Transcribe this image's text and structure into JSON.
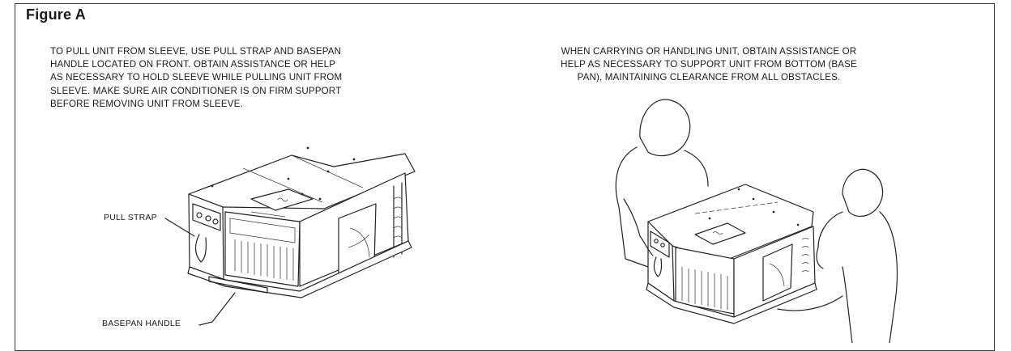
{
  "figure": {
    "title": "Figure A",
    "left_note": "TO PULL UNIT FROM SLEEVE, USE PULL STRAP AND BASEPAN\nHANDLE LOCATED ON FRONT. OBTAIN ASSISTANCE OR HELP\nAS NECESSARY TO HOLD SLEEVE WHILE PULLING UNIT FROM\nSLEEVE. MAKE SURE AIR CONDITIONER IS ON FIRM SUPPORT\nBEFORE REMOVING UNIT FROM SLEEVE.",
    "right_note": "WHEN CARRYING OR HANDLING UNIT, OBTAIN ASSISTANCE OR\nHELP AS NECESSARY TO SUPPORT UNIT FROM BOTTOM (BASE\nPAN), MAINTAINING CLEARANCE FROM ALL OBSTACLES.",
    "callouts": {
      "pull_strap": "PULL STRAP",
      "basepan_handle": "BASEPAN HANDLE"
    }
  }
}
